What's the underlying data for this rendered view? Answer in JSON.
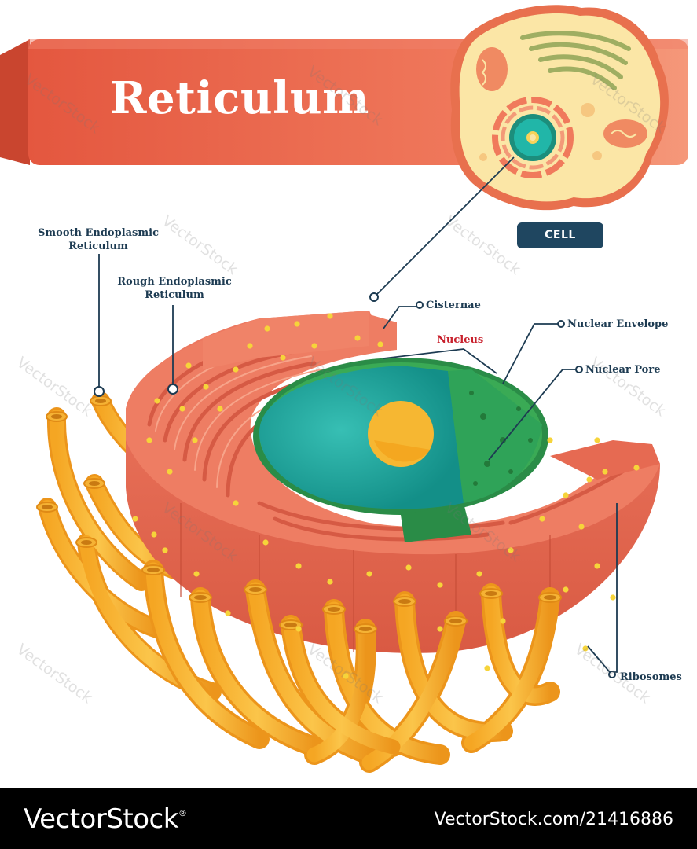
{
  "title": "Reticulum",
  "labels": {
    "smooth_er_line1": "Smooth Endoplasmic",
    "smooth_er_line2": "Reticulum",
    "rough_er_line1": "Rough Endoplasmic",
    "rough_er_line2": "Reticulum",
    "cisternae": "Cisternae",
    "nucleus": "Nucleus",
    "nuclear_envelope": "Nuclear Envelope",
    "nuclear_pore": "Nuclear Pore",
    "ribosomes": "Ribosomes",
    "cell": "CELL"
  },
  "watermark": "VectorStock",
  "footer": {
    "logo": "VectorStock",
    "logo_mark": "®",
    "image_id": "VectorStock.com/21416886"
  },
  "colors": {
    "banner": "#e8604a",
    "banner_light": "#f48a6c",
    "er_main": "#e8705a",
    "er_dark": "#d2563f",
    "er_light": "#f59a80",
    "smooth_er": "#f7b12e",
    "smooth_er_dark": "#e89418",
    "nucleus_green": "#2e9a52",
    "nucleus_teal": "#1aa29a",
    "nucleolus": "#f6b732",
    "label_text": "#1d3b52",
    "nucleus_label": "#c8202c",
    "cell_badge": "#1f4660",
    "ribosome": "#f6d43a"
  }
}
